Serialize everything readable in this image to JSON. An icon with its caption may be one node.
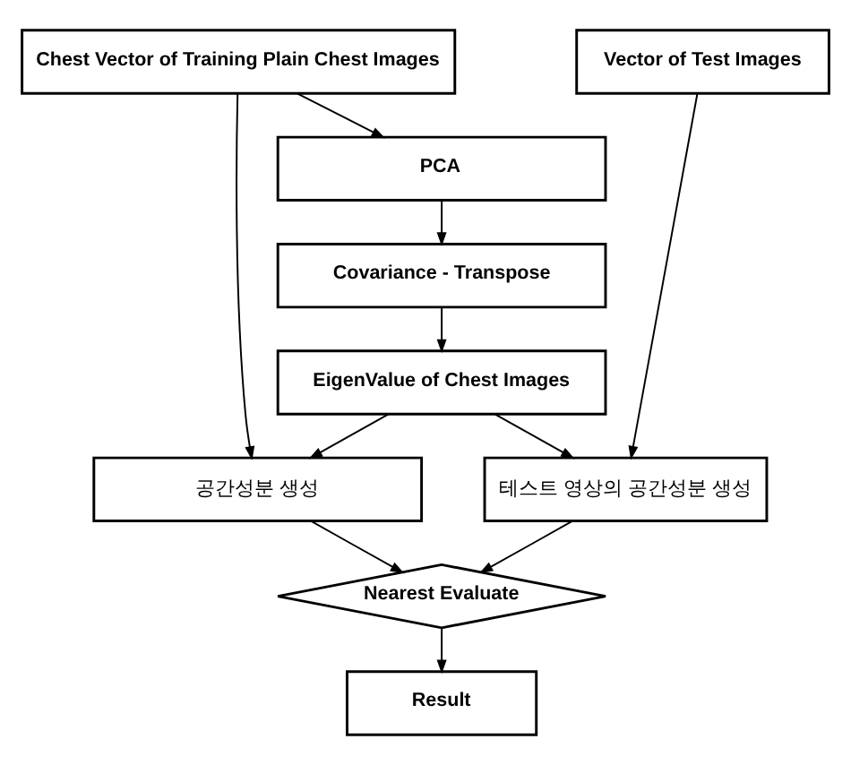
{
  "diagram": {
    "nodes": [
      {
        "text": [
          "Chest Vector of Training Plain Chest Images"
        ]
      },
      {
        "text": [
          "PCA"
        ]
      },
      {
        "text": [
          "Covariance - Transpose"
        ]
      },
      {
        "text": [
          "EigenValue of Chest Images"
        ]
      },
      {
        "text": [
          "Vector of Test Images"
        ]
      },
      {
        "text": [
          "공간성분 생성"
        ]
      },
      {
        "text": [
          "테스트 영상의 공간성분 생성"
        ]
      },
      {
        "text": [
          "Nearest Evaluate"
        ]
      },
      {
        "text": [
          "Result"
        ]
      }
    ],
    "edges": [
      {
        "from": 0,
        "to": 1,
        "arrow": "to"
      },
      {
        "from": 1,
        "to": 2,
        "arrow": "to"
      },
      {
        "from": 2,
        "to": 3,
        "arrow": "to"
      },
      {
        "from": 3,
        "to": 5,
        "arrow": "to"
      },
      {
        "from": 0,
        "to": 5,
        "arrow": "to"
      },
      {
        "from": 3,
        "to": 6,
        "arrow": "to"
      },
      {
        "from": 4,
        "to": 6,
        "arrow": "to"
      },
      {
        "from": 5,
        "to": 7,
        "arrow": "to"
      },
      {
        "from": 6,
        "to": 7,
        "arrow": "to"
      },
      {
        "from": 7,
        "to": 8,
        "arrow": "to"
      }
    ]
  }
}
